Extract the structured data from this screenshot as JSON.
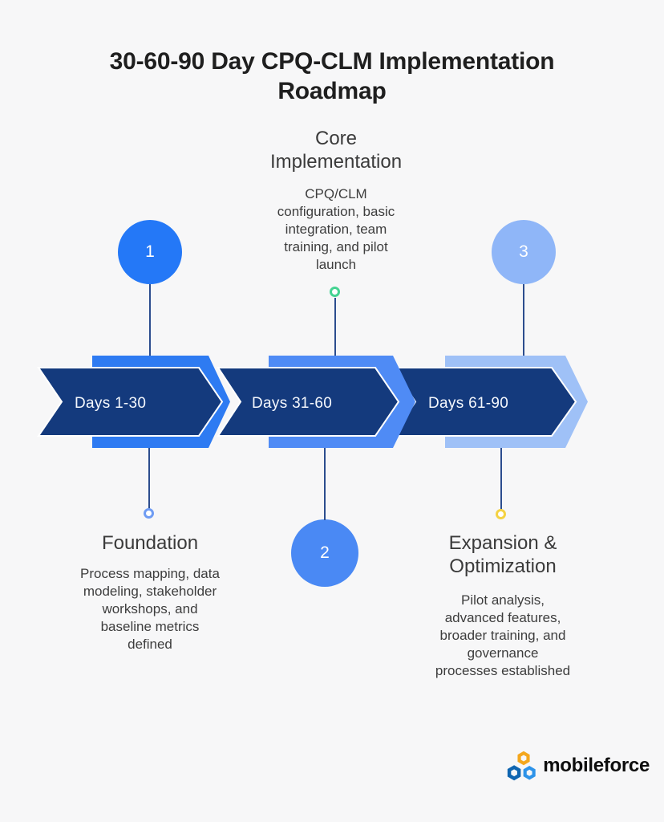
{
  "title": "30-60-90 Day CPQ-CLM Implementation Roadmap",
  "phases": [
    {
      "number": "1",
      "arrow_label": "Days 1-30",
      "heading": "Foundation",
      "description": "Process mapping, data modeling, stakeholder workshops, and baseline metrics defined"
    },
    {
      "number": "2",
      "arrow_label": "Days 31-60",
      "heading": "Core Implementation",
      "description": "CPQ/CLM configuration, basic integration, team training, and pilot launch"
    },
    {
      "number": "3",
      "arrow_label": "Days 61-90",
      "heading": "Expansion & Optimization",
      "description": "Pilot analysis, advanced features, broader training, and governance processes established"
    }
  ],
  "colors": {
    "background": "#f7f7f8",
    "navy": "#143a7d",
    "band1": "#2e7bf2",
    "band2": "#4f8bf5",
    "band3": "#9fc1f7",
    "circle1": "#2478f7",
    "circle2": "#4a89f4",
    "circle3": "#8fb6f8",
    "connector": "#2c4d8e",
    "marker_green": "#44d392",
    "marker_blue": "#6f9cf3",
    "marker_yellow": "#f4d243",
    "white_outline": "#ffffff",
    "logo_yellow": "#f4a71d",
    "logo_dark_blue": "#0f65b0",
    "logo_light_blue": "#2d93e9"
  },
  "footer": {
    "brand": "mobileforce"
  }
}
